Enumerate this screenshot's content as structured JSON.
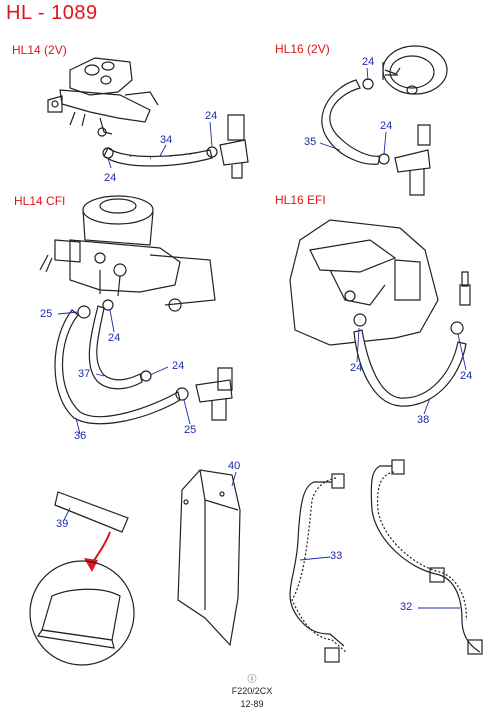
{
  "title": "HL - 1089",
  "sections": {
    "hl14_2v": "HL14 (2V)",
    "hl16_2v": "HL16 (2V)",
    "hl14_cfi": "HL14 CFI",
    "hl16_efi": "HL16 EFI"
  },
  "callouts": {
    "c24_a": "24",
    "c24_b": "24",
    "c34": "34",
    "c24_c": "24",
    "c24_d": "24",
    "c35": "35",
    "c25_a": "25",
    "c24_e": "24",
    "c37": "37",
    "c24_f": "24",
    "c36": "36",
    "c25_b": "25",
    "c24_g": "24",
    "c24_h": "24",
    "c38": "38",
    "c39": "39",
    "c40": "40",
    "c33": "33",
    "c32": "32"
  },
  "footer": {
    "symbol": "ⓘ",
    "code": "F220/2CX",
    "date": "12-89"
  },
  "colors": {
    "heading": "#e0141b",
    "callout": "#1a2aa8",
    "arrow": "#e0141b",
    "line": "#222222"
  }
}
